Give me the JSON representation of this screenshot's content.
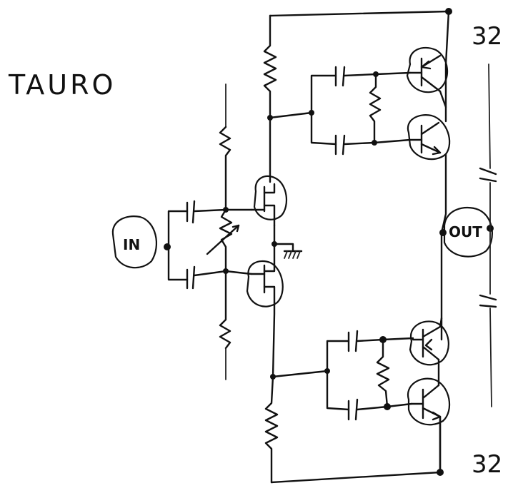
{
  "title": "TAURO",
  "rails": {
    "top_label": "32",
    "bottom_label": "32"
  },
  "io": {
    "input_label": "IN",
    "output_label": "OUT"
  }
}
